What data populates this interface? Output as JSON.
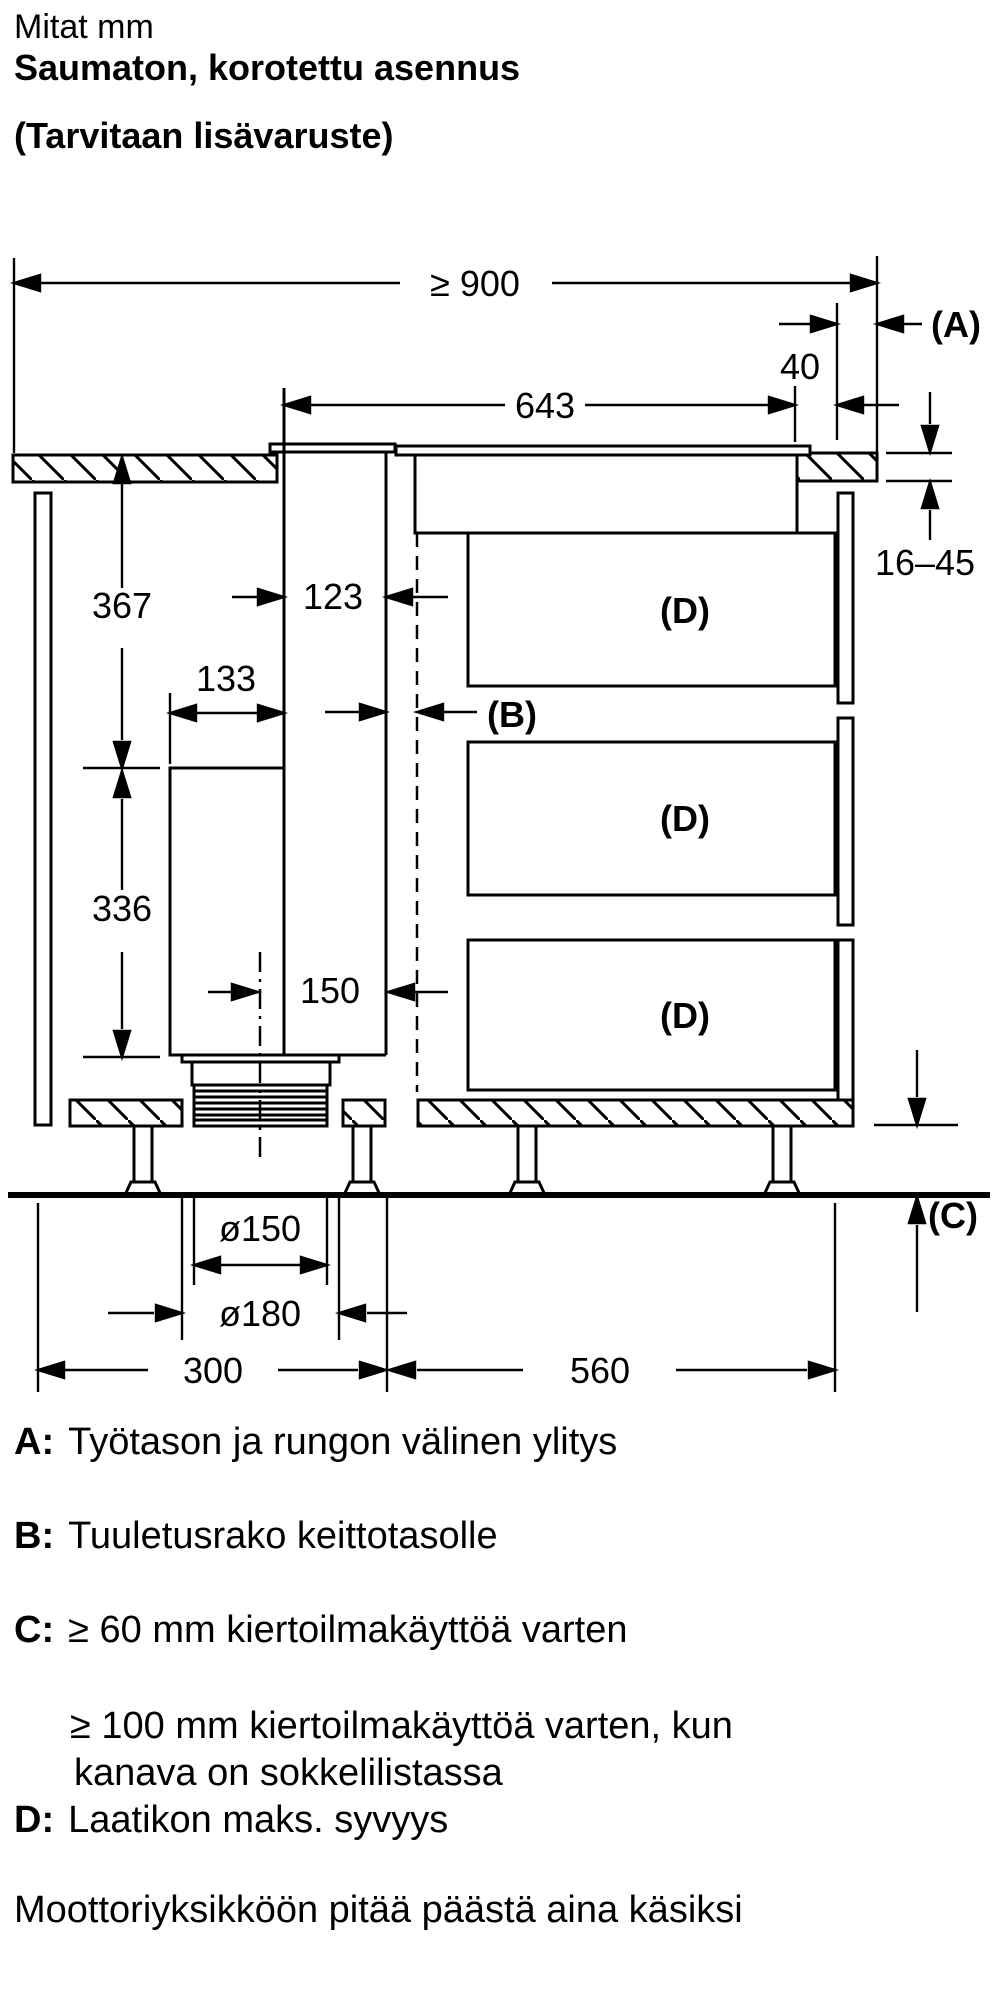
{
  "page": {
    "background": "#ffffff",
    "ink": "#000000"
  },
  "title": {
    "line1": "Mitat mm",
    "line2": "Saumaton, korotettu asennus",
    "line3": "(Tarvitaan lisävaruste)"
  },
  "dimensions": {
    "worktop_min_width": "≥ 900",
    "overhang_label": "(A)",
    "edge_gap": "40",
    "cooktop_width": "643",
    "worktop_thickness": "16–45",
    "upper_height": "367",
    "duct_width": "123",
    "motor_width": "133",
    "motor_height": "336",
    "outlet_offset": "150",
    "vent_gap_label": "(B)",
    "drawer_label": "(D)",
    "clearance_label": "(C)",
    "pipe_diameter_150": "ø150",
    "pipe_diameter_180": "ø180",
    "left_cabinet_width": "300",
    "right_cabinet_width": "560"
  },
  "legend": [
    {
      "label": "A:",
      "text": "Työtason ja rungon välinen ylitys"
    },
    {
      "label": "B:",
      "text": "Tuuletusrako keittotasolle"
    },
    {
      "label": "C:",
      "text": "≥ 60 mm kiertoilmakäyttöä varten"
    },
    {
      "label": "",
      "text": "≥ 100 mm kiertoilmakäyttöä varten, kun"
    },
    {
      "label": "",
      "text": "kanava on sokkelilistassa"
    },
    {
      "label": "D:",
      "text": "Laatikon maks. syvyys"
    },
    {
      "label": "",
      "text": "Moottoriyksikköön pitää päästä aina käsiksi"
    }
  ]
}
